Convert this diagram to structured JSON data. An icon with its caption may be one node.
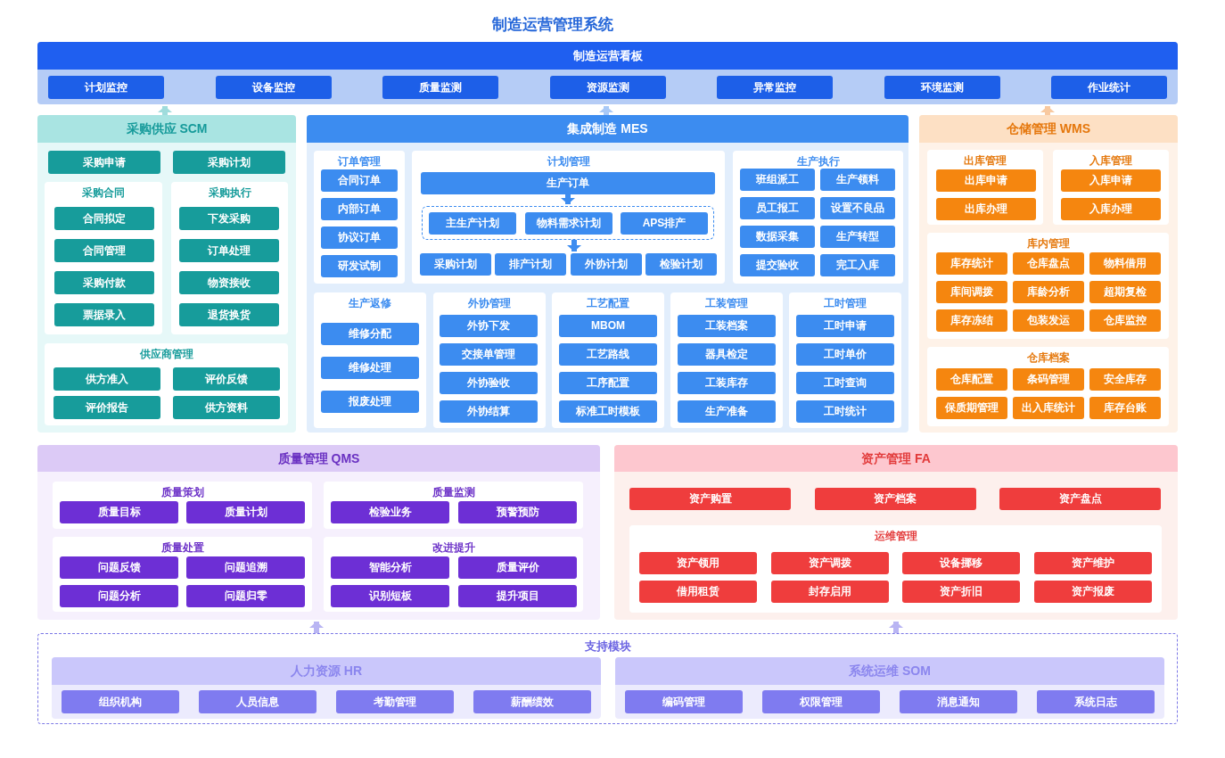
{
  "diagram": {
    "title": "制造运营管理系统",
    "nodes": [
      {
        "text": [
          "制造运营看板"
        ]
      },
      {
        "text": [
          "计划监控"
        ],
        "in": 0
      },
      {
        "text": [
          "设备监控"
        ],
        "in": 0
      },
      {
        "text": [
          "质量监测"
        ],
        "in": 0
      },
      {
        "text": [
          "资源监测"
        ],
        "in": 0
      },
      {
        "text": [
          "异常监控"
        ],
        "in": 0
      },
      {
        "text": [
          "环境监测"
        ],
        "in": 0
      },
      {
        "text": [
          "作业统计"
        ],
        "in": 0
      },
      {
        "text": [
          "采购供应 SCM"
        ]
      },
      {
        "text": [
          "采购申请"
        ],
        "in": 8
      },
      {
        "text": [
          "采购计划"
        ],
        "in": 8
      },
      {
        "text": [
          "采购合同"
        ],
        "in": 8
      },
      {
        "text": [
          "合同拟定"
        ],
        "in": 11
      },
      {
        "text": [
          "合同管理"
        ],
        "in": 11
      },
      {
        "text": [
          "采购付款"
        ],
        "in": 11
      },
      {
        "text": [
          "票据录入"
        ],
        "in": 11
      },
      {
        "text": [
          "采购执行"
        ],
        "in": 8
      },
      {
        "text": [
          "下发采购"
        ],
        "in": 16
      },
      {
        "text": [
          "订单处理"
        ],
        "in": 16
      },
      {
        "text": [
          "物资接收"
        ],
        "in": 16
      },
      {
        "text": [
          "退货换货"
        ],
        "in": 16
      },
      {
        "text": [
          "供应商管理"
        ],
        "in": 8
      },
      {
        "text": [
          "供方准入"
        ],
        "in": 21
      },
      {
        "text": [
          "评价反馈"
        ],
        "in": 21
      },
      {
        "text": [
          "评价报告"
        ],
        "in": 21
      },
      {
        "text": [
          "供方资料"
        ],
        "in": 21
      },
      {
        "text": [
          "集成制造 MES"
        ]
      },
      {
        "text": [
          "订单管理"
        ],
        "in": 26
      },
      {
        "text": [
          "合同订单"
        ],
        "in": 27
      },
      {
        "text": [
          "内部订单"
        ],
        "in": 27
      },
      {
        "text": [
          "协议订单"
        ],
        "in": 27
      },
      {
        "text": [
          "研发试制"
        ],
        "in": 27
      },
      {
        "text": [
          "计划管理"
        ],
        "in": 26
      },
      {
        "text": [
          "生产订单"
        ],
        "in": 32
      },
      {
        "text": [],
        "shape": "box",
        "in": 32
      },
      {
        "text": [
          "主生产计划"
        ],
        "in": 34
      },
      {
        "text": [
          "物料需求计划"
        ],
        "in": 34
      },
      {
        "text": [
          "APS排产"
        ],
        "in": 34
      },
      {
        "text": [
          "采购计划"
        ],
        "in": 32
      },
      {
        "text": [
          "排产计划"
        ],
        "in": 32
      },
      {
        "text": [
          "外协计划"
        ],
        "in": 32
      },
      {
        "text": [
          "检验计划"
        ],
        "in": 32
      },
      {
        "text": [
          "生产执行"
        ],
        "in": 26
      },
      {
        "text": [
          "班组派工"
        ],
        "in": 42
      },
      {
        "text": [
          "生产领料"
        ],
        "in": 42
      },
      {
        "text": [
          "员工报工"
        ],
        "in": 42
      },
      {
        "text": [
          "设置不良品"
        ],
        "in": 42
      },
      {
        "text": [
          "数据采集"
        ],
        "in": 42
      },
      {
        "text": [
          "生产转型"
        ],
        "in": 42
      },
      {
        "text": [
          "提交验收"
        ],
        "in": 42
      },
      {
        "text": [
          "完工入库"
        ],
        "in": 42
      },
      {
        "text": [
          "生产返修"
        ],
        "in": 26
      },
      {
        "text": [
          "维修分配"
        ],
        "in": 51
      },
      {
        "text": [
          "维修处理"
        ],
        "in": 51
      },
      {
        "text": [
          "报废处理"
        ],
        "in": 51
      },
      {
        "text": [
          "外协管理"
        ],
        "in": 26
      },
      {
        "text": [
          "外协下发"
        ],
        "in": 55
      },
      {
        "text": [
          "交接单管理"
        ],
        "in": 55
      },
      {
        "text": [
          "外协验收"
        ],
        "in": 55
      },
      {
        "text": [
          "外协结算"
        ],
        "in": 55
      },
      {
        "text": [
          "工艺配置"
        ],
        "in": 26
      },
      {
        "text": [
          "MBOM"
        ],
        "in": 60
      },
      {
        "text": [
          "工艺路线"
        ],
        "in": 60
      },
      {
        "text": [
          "工序配置"
        ],
        "in": 60
      },
      {
        "text": [
          "标准工时模板"
        ],
        "in": 60
      },
      {
        "text": [
          "工装管理"
        ],
        "in": 26
      },
      {
        "text": [
          "工装档案"
        ],
        "in": 65
      },
      {
        "text": [
          "器具检定"
        ],
        "in": 65
      },
      {
        "text": [
          "工装库存"
        ],
        "in": 65
      },
      {
        "text": [
          "生产准备"
        ],
        "in": 65
      },
      {
        "text": [
          "工时管理"
        ],
        "in": 26
      },
      {
        "text": [
          "工时申请"
        ],
        "in": 70
      },
      {
        "text": [
          "工时单价"
        ],
        "in": 70
      },
      {
        "text": [
          "工时查询"
        ],
        "in": 70
      },
      {
        "text": [
          "工时统计"
        ],
        "in": 70
      },
      {
        "text": [
          "仓储管理 WMS"
        ]
      },
      {
        "text": [
          "出库管理"
        ],
        "in": 75
      },
      {
        "text": [
          "出库申请"
        ],
        "in": 76
      },
      {
        "text": [
          "出库办理"
        ],
        "in": 76
      },
      {
        "text": [
          "入库管理"
        ],
        "in": 75
      },
      {
        "text": [
          "入库申请"
        ],
        "in": 79
      },
      {
        "text": [
          "入库办理"
        ],
        "in": 79
      },
      {
        "text": [
          "库内管理"
        ],
        "in": 75
      },
      {
        "text": [
          "库存统计"
        ],
        "in": 82
      },
      {
        "text": [
          "仓库盘点"
        ],
        "in": 82
      },
      {
        "text": [
          "物料借用"
        ],
        "in": 82
      },
      {
        "text": [
          "库间调拨"
        ],
        "in": 82
      },
      {
        "text": [
          "库龄分析"
        ],
        "in": 82
      },
      {
        "text": [
          "超期复检"
        ],
        "in": 82
      },
      {
        "text": [
          "库存冻结"
        ],
        "in": 82
      },
      {
        "text": [
          "包装发运"
        ],
        "in": 82
      },
      {
        "text": [
          "仓库监控"
        ],
        "in": 82
      },
      {
        "text": [
          "仓库档案"
        ],
        "in": 75
      },
      {
        "text": [
          "仓库配置"
        ],
        "in": 92
      },
      {
        "text": [
          "条码管理"
        ],
        "in": 92
      },
      {
        "text": [
          "安全库存"
        ],
        "in": 92
      },
      {
        "text": [
          "保质期管理"
        ],
        "in": 92
      },
      {
        "text": [
          "出入库统计"
        ],
        "in": 92
      },
      {
        "text": [
          "库存台账"
        ],
        "in": 92
      },
      {
        "text": [
          "质量管理 QMS"
        ]
      },
      {
        "text": [
          "质量策划"
        ],
        "in": 99
      },
      {
        "text": [
          "质量目标"
        ],
        "in": 100
      },
      {
        "text": [
          "质量计划"
        ],
        "in": 100
      },
      {
        "text": [
          "质量监测"
        ],
        "in": 99
      },
      {
        "text": [
          "检验业务"
        ],
        "in": 103
      },
      {
        "text": [
          "预警预防"
        ],
        "in": 103
      },
      {
        "text": [
          "质量处置"
        ],
        "in": 99
      },
      {
        "text": [
          "问题反馈"
        ],
        "in": 106
      },
      {
        "text": [
          "问题追溯"
        ],
        "in": 106
      },
      {
        "text": [
          "问题分析"
        ],
        "in": 106
      },
      {
        "text": [
          "问题归零"
        ],
        "in": 106
      },
      {
        "text": [
          "改进提升"
        ],
        "in": 99
      },
      {
        "text": [
          "智能分析"
        ],
        "in": 111
      },
      {
        "text": [
          "质量评价"
        ],
        "in": 111
      },
      {
        "text": [
          "识别短板"
        ],
        "in": 111
      },
      {
        "text": [
          "提升项目"
        ],
        "in": 111
      },
      {
        "text": [
          "资产管理 FA"
        ]
      },
      {
        "text": [
          "资产购置"
        ],
        "in": 116
      },
      {
        "text": [
          "资产档案"
        ],
        "in": 116
      },
      {
        "text": [
          "资产盘点"
        ],
        "in": 116
      },
      {
        "text": [
          "运维管理"
        ],
        "in": 116
      },
      {
        "text": [
          "资产领用"
        ],
        "in": 120
      },
      {
        "text": [
          "资产调拨"
        ],
        "in": 120
      },
      {
        "text": [
          "设备挪移"
        ],
        "in": 120
      },
      {
        "text": [
          "资产维护"
        ],
        "in": 120
      },
      {
        "text": [
          "借用租赁"
        ],
        "in": 120
      },
      {
        "text": [
          "封存启用"
        ],
        "in": 120
      },
      {
        "text": [
          "资产折旧"
        ],
        "in": 120
      },
      {
        "text": [
          "资产报废"
        ],
        "in": 120
      },
      {
        "text": [
          "支持模块"
        ]
      },
      {
        "text": [
          "人力资源 HR"
        ],
        "in": 129
      },
      {
        "text": [
          "组织机构"
        ],
        "in": 130
      },
      {
        "text": [
          "人员信息"
        ],
        "in": 130
      },
      {
        "text": [
          "考勤管理"
        ],
        "in": 130
      },
      {
        "text": [
          "薪酬绩效"
        ],
        "in": 130
      },
      {
        "text": [
          "系统运维 SOM"
        ],
        "in": 129
      },
      {
        "text": [
          "编码管理"
        ],
        "in": 135
      },
      {
        "text": [
          "权限管理"
        ],
        "in": 135
      },
      {
        "text": [
          "消息通知"
        ],
        "in": 135
      },
      {
        "text": [
          "系统日志"
        ],
        "in": 135
      }
    ],
    "edges": [
      {
        "from": 8,
        "to": 0,
        "arrow": "to",
        "color": "#9fdcdc"
      },
      {
        "from": 26,
        "to": 0,
        "arrow": "to",
        "color": "#a9c9f7"
      },
      {
        "from": 75,
        "to": 0,
        "arrow": "to",
        "color": "#f8c9a0"
      },
      {
        "from": 33,
        "to": 34,
        "arrow": "to"
      },
      {
        "from": 34,
        "to": 40,
        "arrow": "to"
      },
      {
        "from": 129,
        "to": 99,
        "arrow": "to",
        "color": "#b9b5f3"
      },
      {
        "from": 129,
        "to": 116,
        "arrow": "to",
        "color": "#b9b5f3"
      }
    ]
  }
}
